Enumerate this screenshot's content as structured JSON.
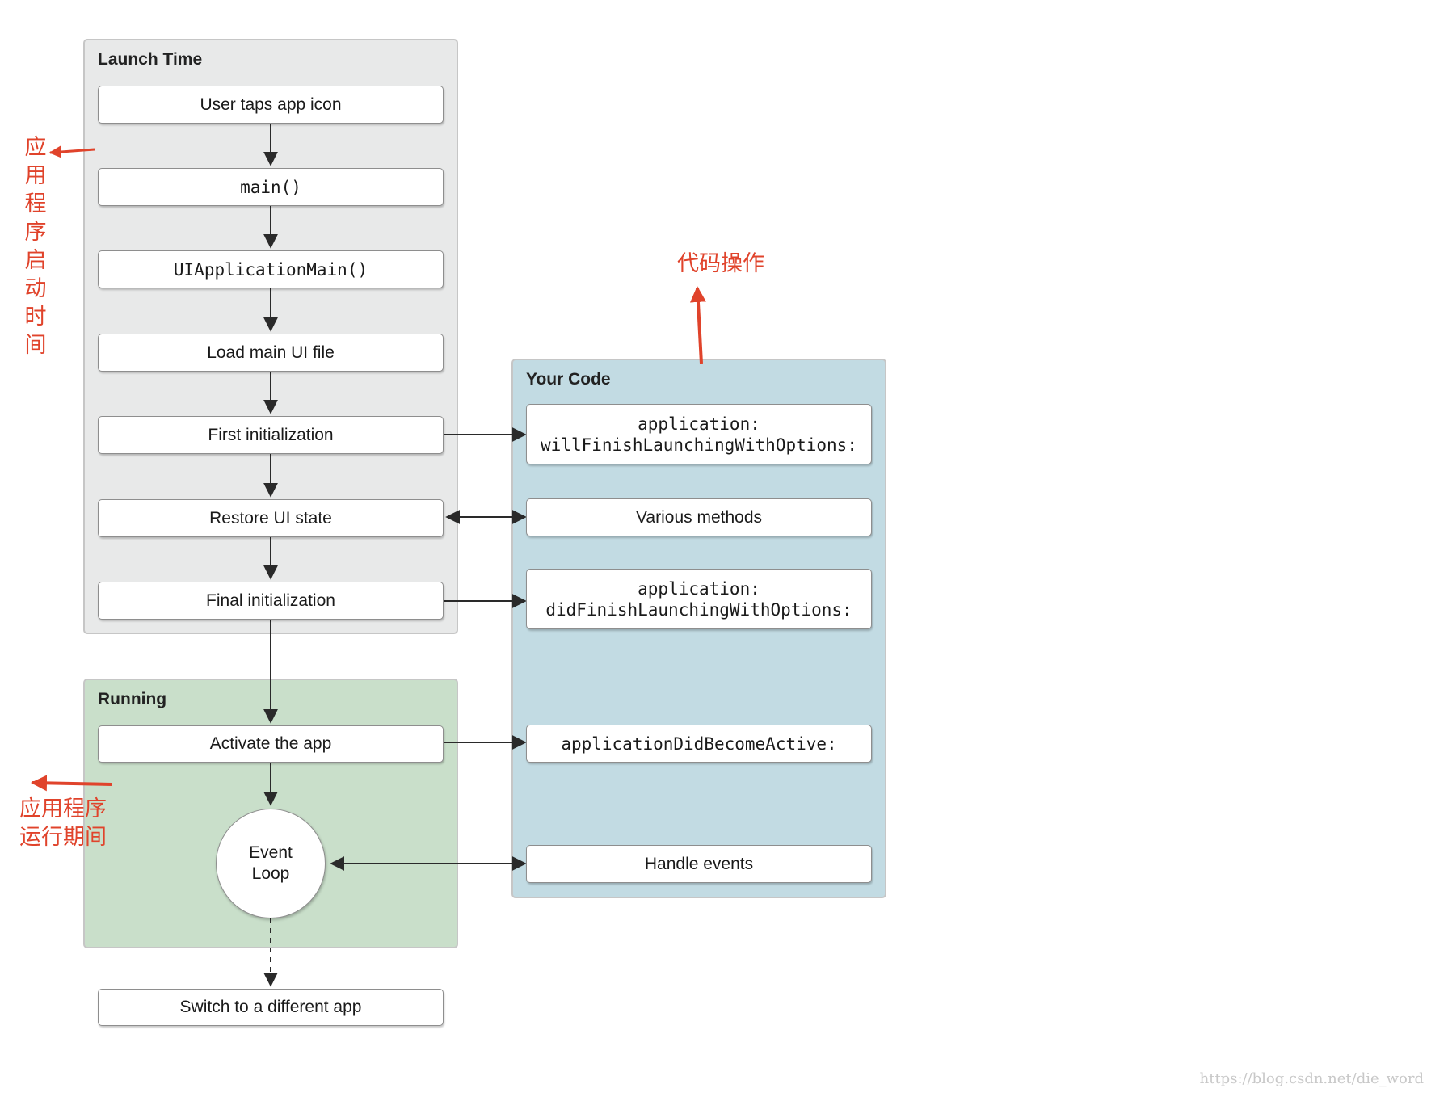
{
  "colors": {
    "launch_bg": "#e8e9e9",
    "running_bg": "#c9dfca",
    "yourcode_bg": "#c2dbe3",
    "annotation_red": "#e0432b"
  },
  "panels": {
    "launch_title": "Launch Time",
    "running_title": "Running",
    "yourcode_title": "Your Code"
  },
  "launch_steps": [
    "User taps app icon",
    "main()",
    "UIApplicationMain()",
    "Load main UI file",
    "First initialization",
    "Restore UI state",
    "Final initialization"
  ],
  "running_steps": {
    "activate": "Activate the app",
    "event_line1": "Event",
    "event_line2": "Loop",
    "switch": "Switch to a different app"
  },
  "your_code": {
    "will_line1": "application:",
    "will_line2": "willFinishLaunchingWithOptions:",
    "various": "Various methods",
    "did_line1": "application:",
    "did_line2": "didFinishLaunchingWithOptions:",
    "active": "applicationDidBecomeActive:",
    "handle": "Handle events"
  },
  "annotations": {
    "launch_chars": [
      "应",
      "用",
      "程",
      "序",
      "启",
      "动",
      "时",
      "间"
    ],
    "code_ops": "代码操作",
    "running_line1": "应用程序",
    "running_line2": "运行期间"
  },
  "watermark": "https://blog.csdn.net/die_word"
}
